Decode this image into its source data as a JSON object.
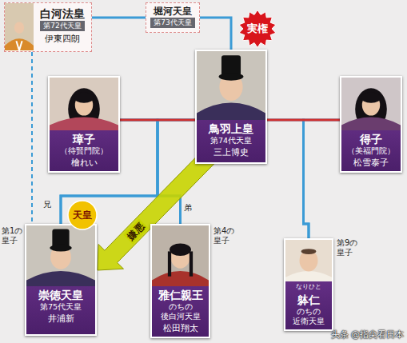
{
  "diagram": {
    "nodes": [
      {
        "text": [
          "白河法皇",
          "第72代天皇",
          "伊東四朗"
        ]
      },
      {
        "text": [
          "堀河天皇",
          "第73代天皇"
        ]
      },
      {
        "text": [
          "実権"
        ]
      },
      {
        "text": [
          "鳥羽上皇",
          "第74代天皇",
          "三上博史"
        ]
      },
      {
        "text": [
          "璋子",
          "（待賢門院）",
          "檜れい"
        ]
      },
      {
        "text": [
          "得子",
          "（美福門院）",
          "松雪泰子"
        ]
      },
      {
        "text": [
          "天皇"
        ]
      },
      {
        "text": [
          "崇徳天皇",
          "第75代天皇",
          "井浦新"
        ]
      },
      {
        "text": [
          "雅仁親王",
          "のちの",
          "後白河天皇",
          "松田翔太"
        ]
      },
      {
        "text": [
          "なりひと",
          "躰仁",
          "のちの",
          "近衛天皇"
        ]
      }
    ],
    "edges": [
      {
        "from": 0,
        "to": 1,
        "arrow": "none"
      },
      {
        "from": 1,
        "to": 3,
        "arrow": "none"
      },
      {
        "from": 0,
        "to": 7,
        "arrow": "none"
      },
      {
        "from": 4,
        "to": 3,
        "arrow": "none"
      },
      {
        "from": 3,
        "to": 5,
        "arrow": "none"
      },
      {
        "from": 3,
        "to": 7,
        "arrow": "none"
      },
      {
        "from": 4,
        "to": 7,
        "arrow": "none"
      },
      {
        "from": 3,
        "to": 8,
        "arrow": "none"
      },
      {
        "from": 4,
        "to": 8,
        "arrow": "none"
      },
      {
        "from": 3,
        "to": 9,
        "arrow": "none"
      },
      {
        "from": 5,
        "to": 9,
        "arrow": "none"
      },
      {
        "from": 3,
        "to": 7,
        "arrow": "to",
        "label": "嫌悪"
      }
    ],
    "labels": [
      "兄",
      "弟",
      "第1の皇子",
      "第4の皇子",
      "第9の皇子",
      "头条 @指尖看日本"
    ]
  }
}
